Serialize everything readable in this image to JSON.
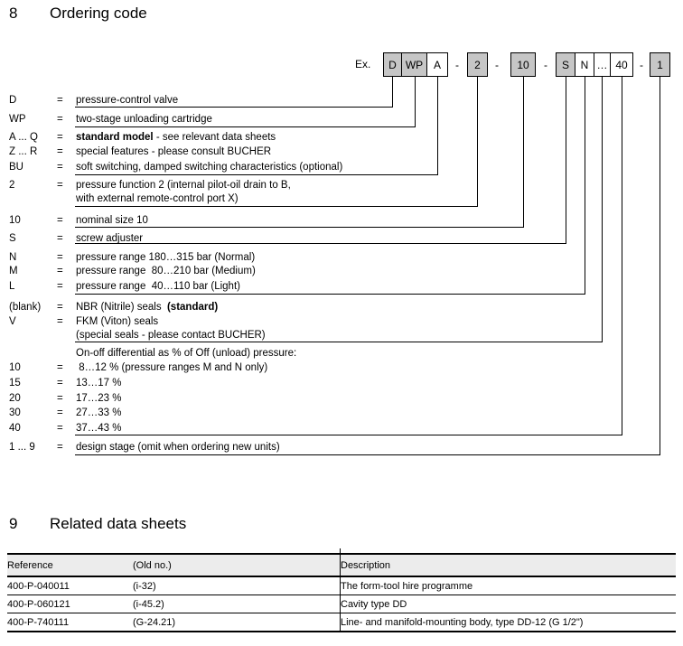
{
  "section_ordering": {
    "number": "8",
    "title": "Ordering code"
  },
  "example": {
    "label": "Ex.",
    "separator": "-",
    "boxes": [
      {
        "text": "D",
        "shaded": true
      },
      {
        "text": "WP",
        "shaded": true
      },
      {
        "text": "A",
        "shaded": false
      },
      {
        "text": "2",
        "shaded": true
      },
      {
        "text": "10",
        "shaded": true
      },
      {
        "text": "S",
        "shaded": true
      },
      {
        "text": "N",
        "shaded": false
      },
      {
        "text": "…",
        "shaded": false
      },
      {
        "text": "40",
        "shaded": false
      },
      {
        "text": "1",
        "shaded": true
      }
    ]
  },
  "legend": {
    "rows": [
      {
        "label": "D",
        "eq": "=",
        "desc": [
          {
            "t": "pressure-control valve"
          }
        ]
      },
      {
        "label": "WP",
        "eq": "=",
        "desc": [
          {
            "t": "two-stage unloading cartridge"
          }
        ]
      },
      {
        "label": "A ... Q",
        "eq": "=",
        "desc": [
          {
            "t": "standard model",
            "b": true
          },
          {
            "t": " - see relevant data sheets"
          }
        ]
      },
      {
        "label": "Z ... R",
        "eq": "=",
        "desc": [
          {
            "t": "special features - please consult BUCHER"
          }
        ]
      },
      {
        "label": "BU",
        "eq": "=",
        "desc": [
          {
            "t": "soft switching, damped switching characteristics (optional)"
          }
        ]
      },
      {
        "label": "2",
        "eq": "=",
        "desc": [
          {
            "t": "pressure function 2 (internal pilot-oil drain to B,"
          }
        ]
      },
      {
        "label": "",
        "eq": "",
        "desc": [
          {
            "t": "with external remote-control port X)"
          }
        ]
      },
      {
        "label": "10",
        "eq": "=",
        "desc": [
          {
            "t": "nominal size 10"
          }
        ]
      },
      {
        "label": "S",
        "eq": "=",
        "desc": [
          {
            "t": "screw adjuster"
          }
        ]
      },
      {
        "label": "N",
        "eq": "=",
        "desc": [
          {
            "t": "pressure range 180…315 bar (Normal)"
          }
        ]
      },
      {
        "label": "M",
        "eq": "=",
        "desc": [
          {
            "t": "pressure range  80…210 bar (Medium)"
          }
        ]
      },
      {
        "label": "L",
        "eq": "=",
        "desc": [
          {
            "t": "pressure range  40…110 bar (Light)"
          }
        ]
      },
      {
        "label": "(blank)",
        "eq": "=",
        "desc": [
          {
            "t": "NBR (Nitrile) seals  "
          },
          {
            "t": "(standard)",
            "b": true
          }
        ]
      },
      {
        "label": "V",
        "eq": "=",
        "desc": [
          {
            "t": "FKM (Viton) seals"
          }
        ]
      },
      {
        "label": "",
        "eq": "",
        "desc": [
          {
            "t": "(special seals - please contact BUCHER)"
          }
        ]
      },
      {
        "label": "",
        "eq": "",
        "desc": [
          {
            "t": "On-off differential as % of Off (unload) pressure:"
          }
        ]
      },
      {
        "label": "10",
        "eq": "=",
        "desc": [
          {
            "t": " 8…12 % (pressure ranges M and N only)"
          }
        ]
      },
      {
        "label": "15",
        "eq": "=",
        "desc": [
          {
            "t": "13…17 %"
          }
        ]
      },
      {
        "label": "20",
        "eq": "=",
        "desc": [
          {
            "t": "17…23 %"
          }
        ]
      },
      {
        "label": "30",
        "eq": "=",
        "desc": [
          {
            "t": "27…33 %"
          }
        ]
      },
      {
        "label": "40",
        "eq": "=",
        "desc": [
          {
            "t": "37…43 %"
          }
        ]
      },
      {
        "label": "1 ... 9",
        "eq": "=",
        "desc": [
          {
            "t": "design stage (omit when ordering new units)"
          }
        ]
      }
    ]
  },
  "section_related": {
    "number": "9",
    "title": "Related data sheets"
  },
  "table": {
    "headers": [
      "Reference",
      "(Old no.)",
      "Description"
    ],
    "rows": [
      [
        "400-P-040011",
        "(i-32)",
        "The form-tool hire programme"
      ],
      [
        "400-P-060121",
        "(i-45.2)",
        "Cavity type DD"
      ],
      [
        "400-P-740111",
        "(G-24.21)",
        "Line- and manifold-mounting body, type DD-12 (G 1/2\")"
      ]
    ]
  },
  "colors": {
    "box_shaded": "#c6c6c6",
    "table_header_bg": "#ececec"
  }
}
